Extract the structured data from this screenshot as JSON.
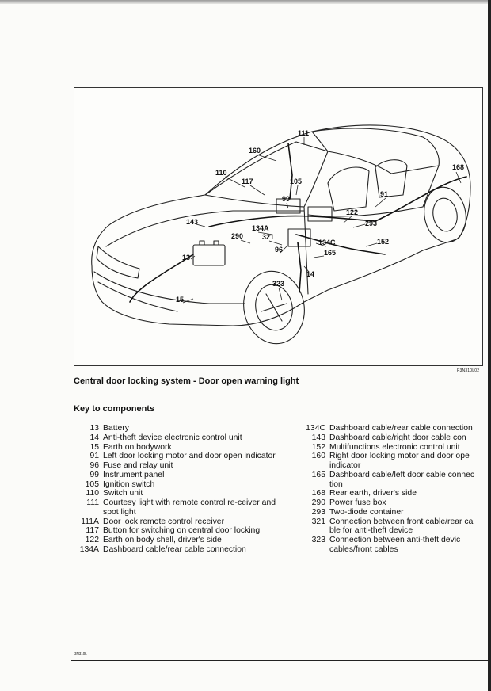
{
  "figure": {
    "code": "P3N310L02",
    "callouts": {
      "c111": "111",
      "c160": "160",
      "c168": "168",
      "c110": "110",
      "c117": "117",
      "c105": "105",
      "c99": "99",
      "c91": "91",
      "c122": "122",
      "c293": "293",
      "c143": "143",
      "c134A": "134A",
      "c290": "290",
      "c321": "321",
      "c96": "96",
      "c134C": "134C",
      "c152": "152",
      "c165": "165",
      "c13": "13",
      "c14": "14",
      "c323": "323",
      "c15": "15"
    }
  },
  "caption": "Central door locking system - Door open warning light",
  "key_heading": "Key to components",
  "key_left": [
    {
      "num": "13",
      "desc": "Battery"
    },
    {
      "num": "14",
      "desc": "Anti-theft device electronic control unit"
    },
    {
      "num": "15",
      "desc": "Earth on bodywork"
    },
    {
      "num": "91",
      "desc": "Left door locking motor and door open indicator"
    },
    {
      "num": "96",
      "desc": "Fuse and relay unit"
    },
    {
      "num": "99",
      "desc": "Instrument panel"
    },
    {
      "num": "105",
      "desc": "Ignition switch"
    },
    {
      "num": "110",
      "desc": "Switch unit"
    },
    {
      "num": "111",
      "desc": "Courtesy light with remote control re-ceiver and spot light"
    },
    {
      "num": "111A",
      "desc": "Door lock remote control receiver"
    },
    {
      "num": "117",
      "desc": "Button for switching on central door locking"
    },
    {
      "num": "122",
      "desc": "Earth on body shell, driver's side"
    },
    {
      "num": "134A",
      "desc": "Dashboard cable/rear cable connection"
    }
  ],
  "key_right": [
    {
      "num": "134C",
      "lines": [
        "Dashboard cable/rear cable connection"
      ]
    },
    {
      "num": "143",
      "lines": [
        "Dashboard cable/right door cable con"
      ]
    },
    {
      "num": "152",
      "lines": [
        "Multifunctions electronic control unit"
      ]
    },
    {
      "num": "160",
      "lines": [
        "Right door locking motor and door ope",
        "indicator"
      ]
    },
    {
      "num": "165",
      "lines": [
        "Dashboard cable/left door cable connec",
        "tion"
      ]
    },
    {
      "num": "168",
      "lines": [
        "Rear earth, driver's side"
      ]
    },
    {
      "num": "290",
      "lines": [
        "Power fuse box"
      ]
    },
    {
      "num": "293",
      "lines": [
        "Two-diode container"
      ]
    },
    {
      "num": "321",
      "lines": [
        "Connection between front cable/rear ca",
        "ble for anti-theft device"
      ]
    },
    {
      "num": "323",
      "lines": [
        "Connection between anti-theft devic",
        "cables/front cables"
      ]
    }
  ],
  "footer_code": "3N310L"
}
